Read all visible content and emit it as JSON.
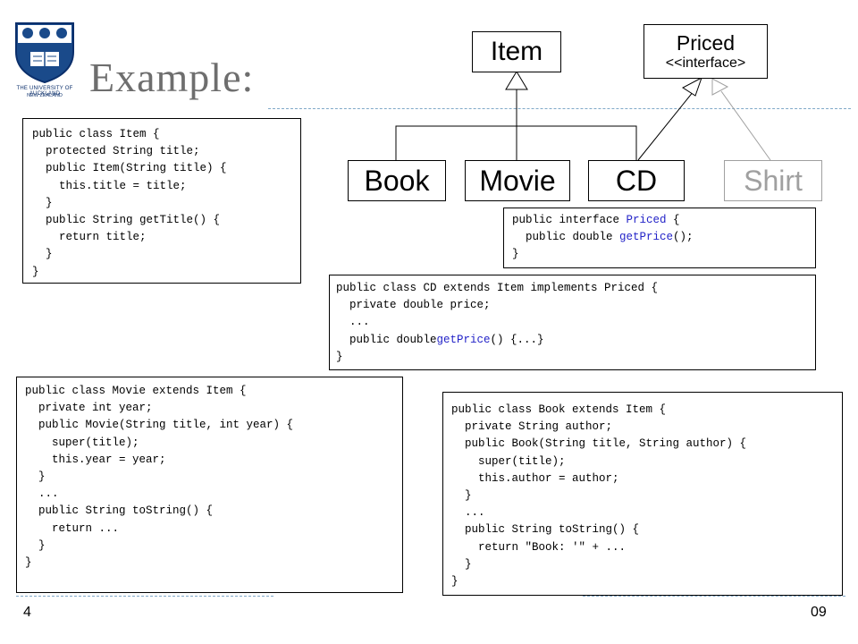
{
  "logo": {
    "icon": "university-crest-icon",
    "caption_line1": "THE UNIVERSITY OF AUCKLAND",
    "caption_line2": "NEW ZEALAND"
  },
  "slide": {
    "title": "Example:",
    "page_number": "4",
    "page_suffix": "09"
  },
  "uml": {
    "item_label": "Item",
    "priced_label": "Priced",
    "priced_stereotype": "<<interface>",
    "classes": [
      "Book",
      "Movie",
      "CD",
      "Shirt"
    ]
  },
  "code": {
    "item_class": [
      "public class Item {",
      "  protected String title;",
      "  public Item(String title) {",
      "    this.title = title;",
      "  }",
      "  public String getTitle() {",
      "    return title;",
      "  }",
      "}"
    ],
    "priced_interface": {
      "l1a": "public interface ",
      "l1b": "Priced",
      "l1c": " {",
      "l2a": "  public double ",
      "l2b": "getPrice",
      "l2c": "();",
      "l3": "}"
    },
    "cd_class": {
      "l1": "public class CD extends Item implements Priced {",
      "l2": "  private double price;",
      "l3": "  ...",
      "l4a": "  public double",
      "l4b": "getPrice",
      "l4c": "() {...}",
      "l5": "}"
    },
    "movie_class": [
      "public class Movie extends Item {",
      "  private int year;",
      "  public Movie(String title, int year) {",
      "    super(title);",
      "    this.year = year;",
      "  }",
      "  ...",
      "  public String toString() {",
      "    return ...",
      "  }",
      "}"
    ],
    "book_class": [
      "public class Book extends Item {",
      "  private String author;",
      "  public Book(String title, String author) {",
      "    super(title);",
      "    this.author = author;",
      "  }",
      "  ...",
      "  public String toString() {",
      "    return \"Book: '\" + ...",
      "  }",
      "}"
    ]
  },
  "colors": {
    "keyword": "#2323c8",
    "title": "#6e6e6e",
    "dashed_rule": "#7fa8c8",
    "disabled": "#a0a0a0"
  }
}
